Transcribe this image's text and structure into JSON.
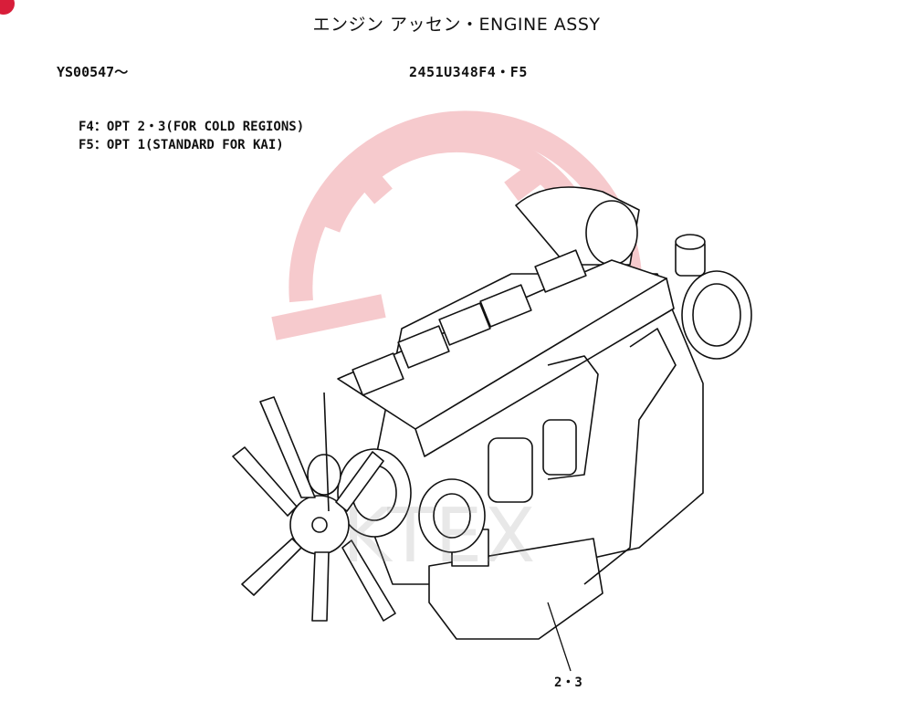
{
  "document": {
    "title": "エンジン アッセン・ENGINE ASSY",
    "serial_range": "YS00547～",
    "part_number": "2451U348F4・F5",
    "notes": [
      "F4：OPT 2・3(FOR COLD REGIONS)",
      "F5：OPT 1(STANDARD FOR KAI)"
    ],
    "callout_label": "2・3"
  },
  "watermark": {
    "text": "KTEX",
    "color": "#e8434f"
  },
  "corner_badge": {
    "color": "#d81e3a"
  }
}
